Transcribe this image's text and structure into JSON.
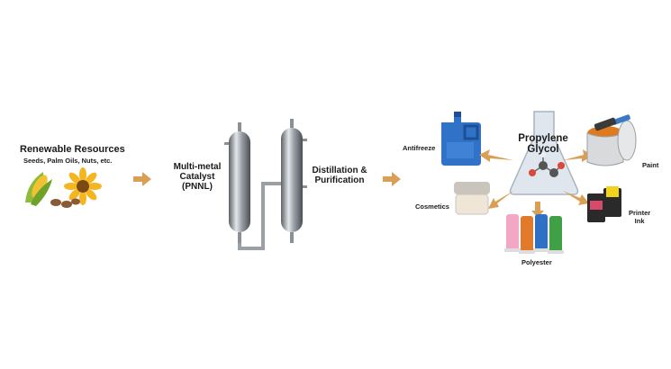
{
  "renewable": {
    "title": "Renewable Resources",
    "subtitle": "Seeds, Palm Oils, Nuts, etc."
  },
  "catalyst": {
    "line1": "Multi-metal",
    "line2": "Catalyst",
    "line3": "(PNNL)"
  },
  "distillation": {
    "line1": "Distillation &",
    "line2": "Purification"
  },
  "product": {
    "line1": "Propylene",
    "line2": "Glycol"
  },
  "uses": {
    "antifreeze": "Antifreeze",
    "paint": "Paint",
    "cosmetics": "Cosmetics",
    "printer_line1": "Printer",
    "printer_line2": "Ink",
    "polyester": "Polyester"
  },
  "colors": {
    "arrow": "#d9a055",
    "steel": "#9aa0a6",
    "antifreeze_blue": "#2f72c8",
    "flask_glass": "#dfe6ee"
  }
}
